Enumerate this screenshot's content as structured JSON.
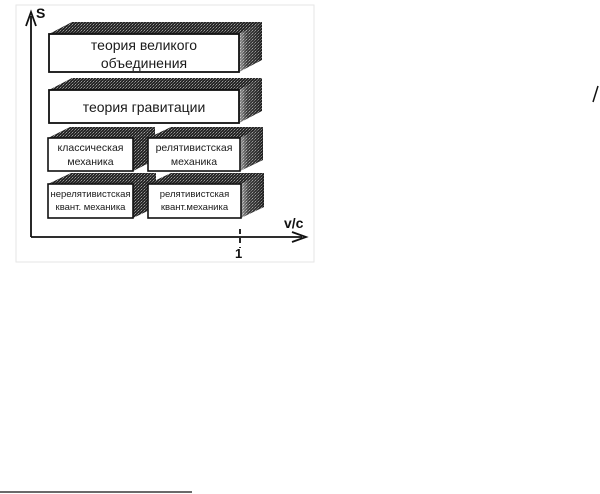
{
  "diagram": {
    "axis_y_label": "S",
    "axis_x_label": "v/c",
    "tick_label": "1",
    "blocks": {
      "gut": "теория великого\nобъединения",
      "gravity": "теория гравитации",
      "classical": "классическая\nмеханика",
      "relativistic": "релятивистская\nмеханика",
      "nonrel_quantum": "нерелятивистская\nквант. механика",
      "rel_quantum": "релятивистская\nквант.механика"
    }
  }
}
